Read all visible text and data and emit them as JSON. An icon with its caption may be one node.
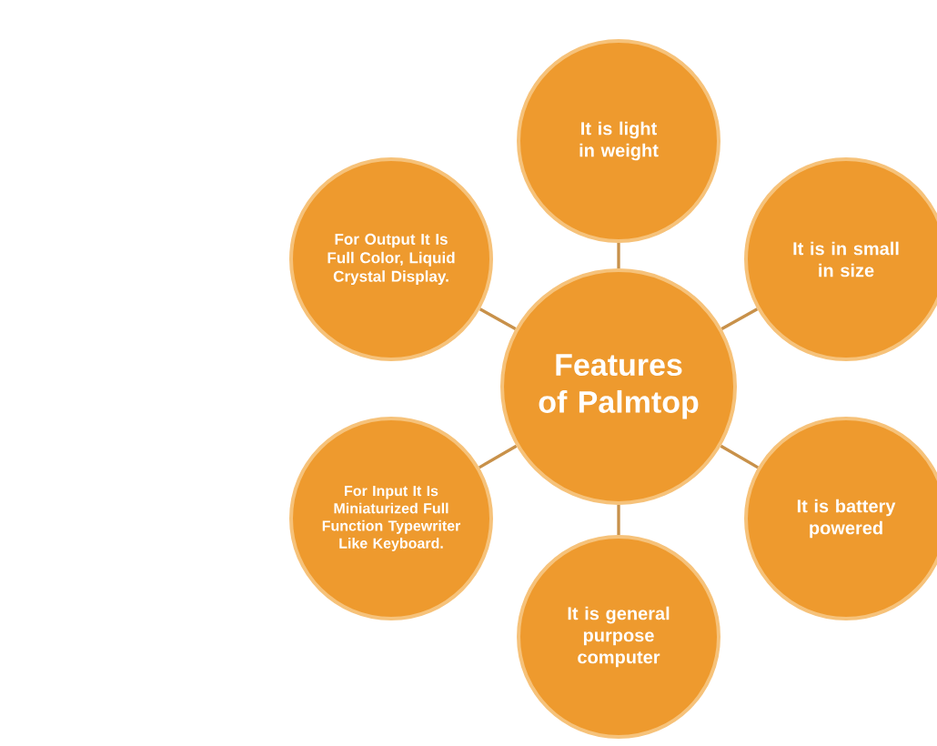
{
  "diagram": {
    "nodes": [
      {
        "text": [
          "Features of Palmtop"
        ]
      },
      {
        "text": [
          "It is light in weight"
        ]
      },
      {
        "text": [
          "It is in small in size"
        ]
      },
      {
        "text": [
          "It is battery powered"
        ]
      },
      {
        "text": [
          "It is general purpose computer"
        ]
      },
      {
        "text": [
          "For Input It Is Miniaturized Full Function Typewriter Like Keyboard."
        ]
      },
      {
        "text": [
          "For Output It Is Full Color, Liquid Crystal Display."
        ]
      }
    ],
    "edges": [
      {
        "from": 0,
        "to": 1,
        "arrow": "none"
      },
      {
        "from": 0,
        "to": 2,
        "arrow": "none"
      },
      {
        "from": 0,
        "to": 3,
        "arrow": "none"
      },
      {
        "from": 0,
        "to": 4,
        "arrow": "none"
      },
      {
        "from": 0,
        "to": 5,
        "arrow": "none"
      },
      {
        "from": 0,
        "to": 6,
        "arrow": "none"
      }
    ]
  }
}
